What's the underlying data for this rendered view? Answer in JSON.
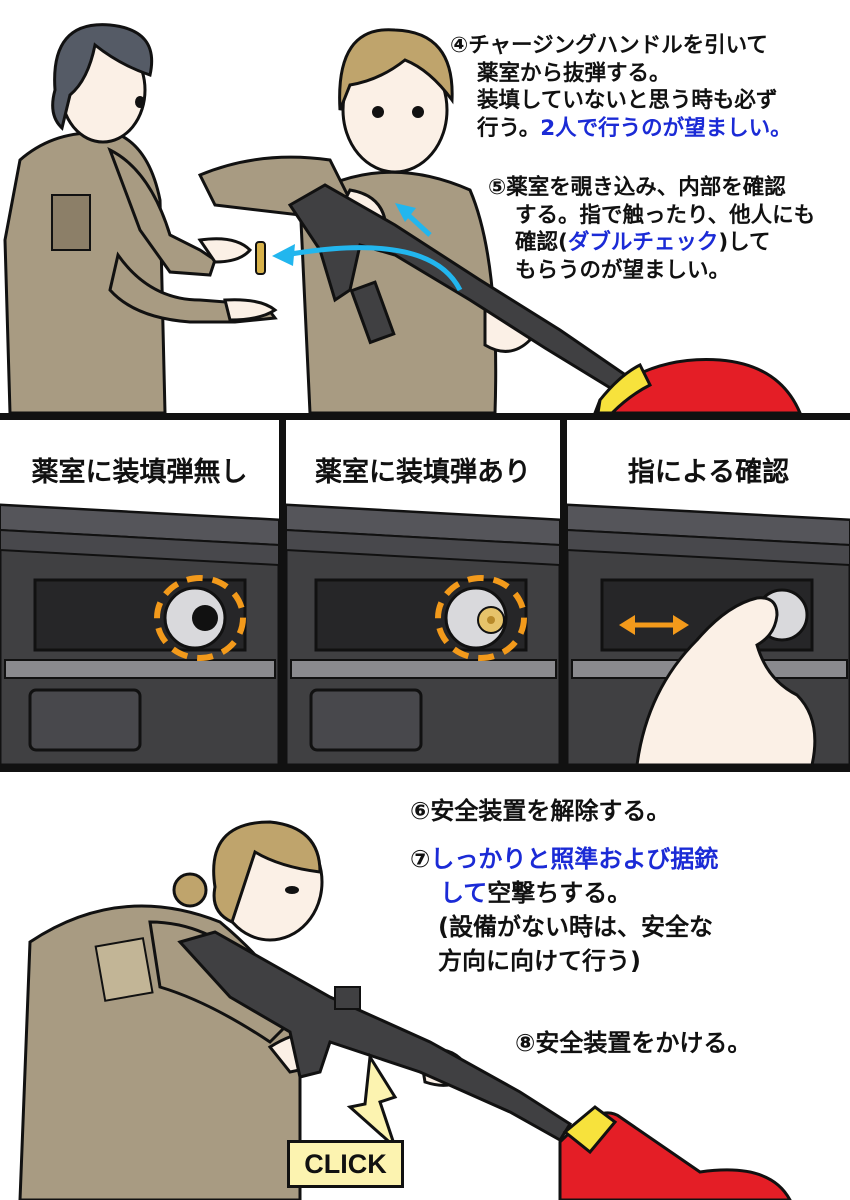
{
  "panel_top": {
    "step4": {
      "num": "④",
      "line1": "チャージングハンドルを引いて",
      "line2": "薬室から抜弾する。",
      "line3": "装填していないと思う時も必ず",
      "line4_plain": "行う。",
      "line4_blue": "2人で行うのが望ましい。"
    },
    "step5": {
      "num": "⑤",
      "line1": "薬室を覗き込み、内部を確認",
      "line2": "する。指で触ったり、他人にも",
      "line3_plain": "確認(",
      "line3_blue": "ダブルチェック",
      "line3_end": ")して",
      "line4": "もらうのが望ましい。"
    }
  },
  "panels_middle": [
    {
      "label": "薬室に装填弾無し"
    },
    {
      "label": "薬室に装填弾あり"
    },
    {
      "label": "指による確認"
    }
  ],
  "panel_bottom": {
    "step6": "⑥安全装置を解除する。",
    "step7": {
      "num": "⑦",
      "line1_blue": "しっかりと照準および据銃",
      "line2_blue": "して",
      "line2_plain": "空撃ちする。",
      "line3": "(設備がない時は、安全な",
      "line4": "方向に向けて行う)"
    },
    "step8": "⑧安全装置をかける。",
    "sound_effect": "CLICK"
  },
  "colors": {
    "uniform": "#a89b82",
    "uniform_shadow": "#8c7f68",
    "skin": "#fbf0e6",
    "hair_blonde": "#bfa46c",
    "hair_dark": "#555b66",
    "rifle": "#404042",
    "receiver_dark": "#262628",
    "accent_blue": "#1b2bd6",
    "arrow_cyan": "#22b6ee",
    "safety_red": "#e41e26",
    "safety_yellow": "#f7e23c",
    "dashed_orange": "#f39a1b",
    "click_box": "#fcf3b0"
  }
}
